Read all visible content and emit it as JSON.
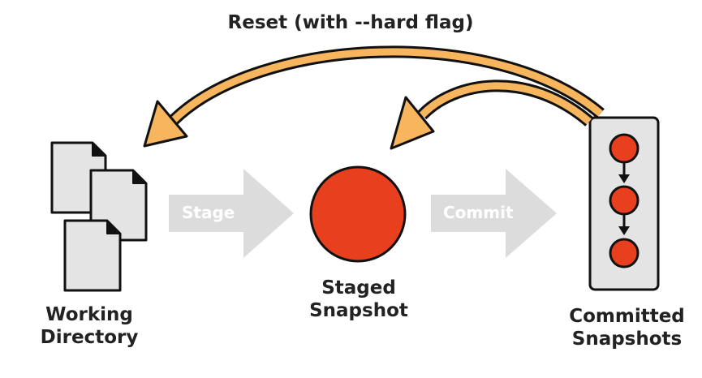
{
  "title": "Reset (with --hard flag)",
  "nodes": {
    "working": {
      "line1": "Working",
      "line2": "Directory"
    },
    "staged": {
      "line1": "Staged",
      "line2": "Snapshot"
    },
    "committed": {
      "line1": "Committed",
      "line2": "Snapshots"
    }
  },
  "arrows": {
    "stage": "Stage",
    "commit": "Commit"
  },
  "colors": {
    "snapshot_red": "#E8401F",
    "reset_arrow_orange": "#F7B55E",
    "flow_arrow_gray": "#DCDCDC",
    "outline": "#111111",
    "document_fill": "#E4E4E4"
  }
}
